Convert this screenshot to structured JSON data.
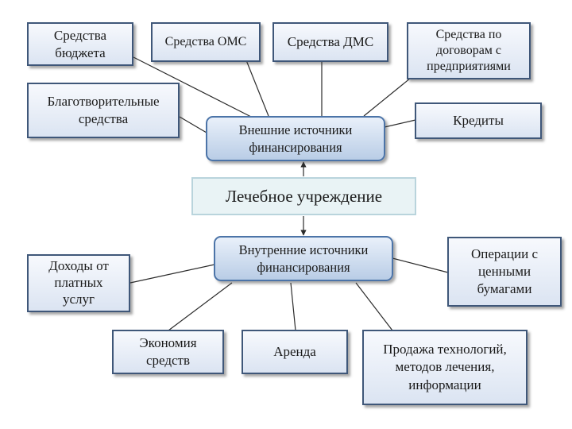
{
  "center": "Лечебное учреждение",
  "external_hub": "Внешние источники\nфинансирования",
  "internal_hub": "Внутренние источники\nфинансирования",
  "external_sources": {
    "budget": "Средства\nбюджета",
    "oms": "Средства ОМС",
    "dms": "Средства ДМС",
    "contracts": "Средства по\nдоговорам с\nпредприятиями",
    "charity": "Благотворительные\nсредства",
    "credits": "Кредиты"
  },
  "internal_sources": {
    "paid_services": "Доходы от\nплатных\nуслуг",
    "securities": "Операции с\nценными\nбумагами",
    "savings": "Экономия\nсредств",
    "rent": "Аренда",
    "tech_sales": "Продажа технологий,\nметодов лечения,\nинформации"
  },
  "colors": {
    "box_border": "#3f5779",
    "hub_border": "#4c74a8",
    "line": "#2b2b2b"
  }
}
